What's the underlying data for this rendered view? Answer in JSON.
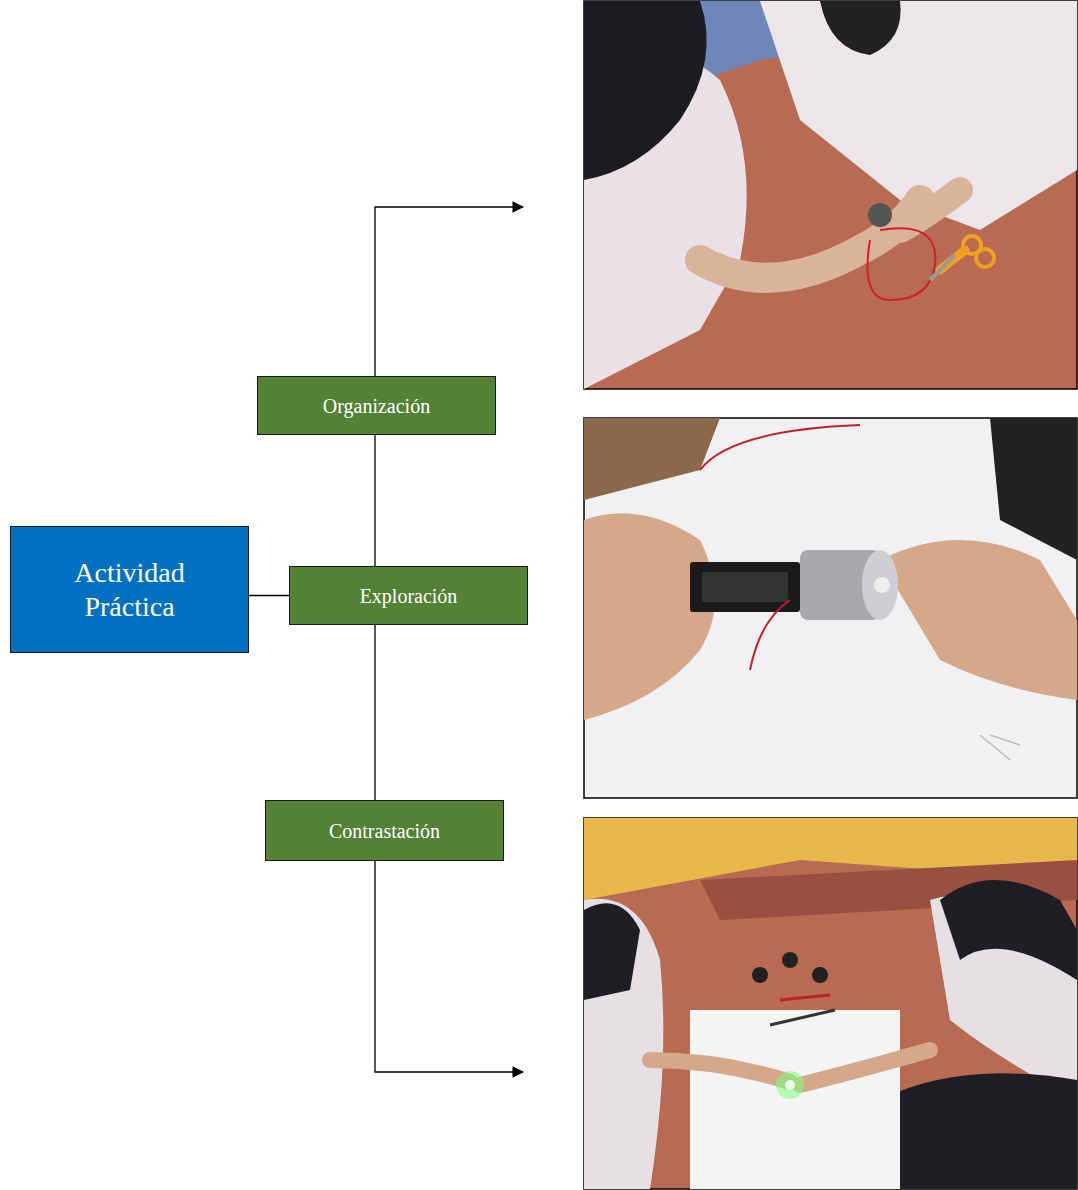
{
  "diagram": {
    "nodes": [
      {
        "text": [
          "Actividad Práctica"
        ]
      },
      {
        "text": [
          "Organización"
        ]
      },
      {
        "text": [
          "Exploración"
        ]
      },
      {
        "text": [
          "Contrastación"
        ]
      }
    ],
    "edges": [
      {
        "from": 0,
        "to": 2,
        "arrow": "none"
      },
      {
        "from": 1,
        "to": 2,
        "arrow": "none"
      },
      {
        "from": 2,
        "to": 3,
        "arrow": "none"
      }
    ]
  }
}
